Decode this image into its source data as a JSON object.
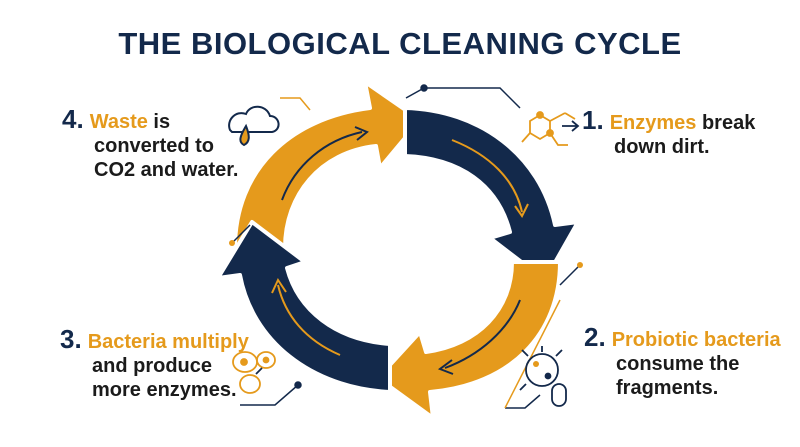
{
  "title": "THE BIOLOGICAL CLEANING CYCLE",
  "colors": {
    "navy": "#13294b",
    "orange": "#e59a1c",
    "text": "#1b1b1b"
  },
  "steps": [
    {
      "num": "1.",
      "highlight": "Enzymes",
      "text_line1": " break",
      "text_line2": "down dirt.",
      "icon": "molecule-icon"
    },
    {
      "num": "2.",
      "highlight": "Probiotic bacteria",
      "text_line1": "",
      "text_line2": "consume the",
      "text_line3": "fragments.",
      "icon": "bacteria-icon"
    },
    {
      "num": "3.",
      "highlight": "Bacteria multiply",
      "text_line1": "",
      "text_line2": "and produce",
      "text_line3": "more enzymes.",
      "icon": "cell-division-icon"
    },
    {
      "num": "4.",
      "highlight": "Waste",
      "text_line1": " is",
      "text_line2": "converted to",
      "text_line3": "CO2 and water.",
      "icon": "cloud-rain-icon"
    }
  ]
}
